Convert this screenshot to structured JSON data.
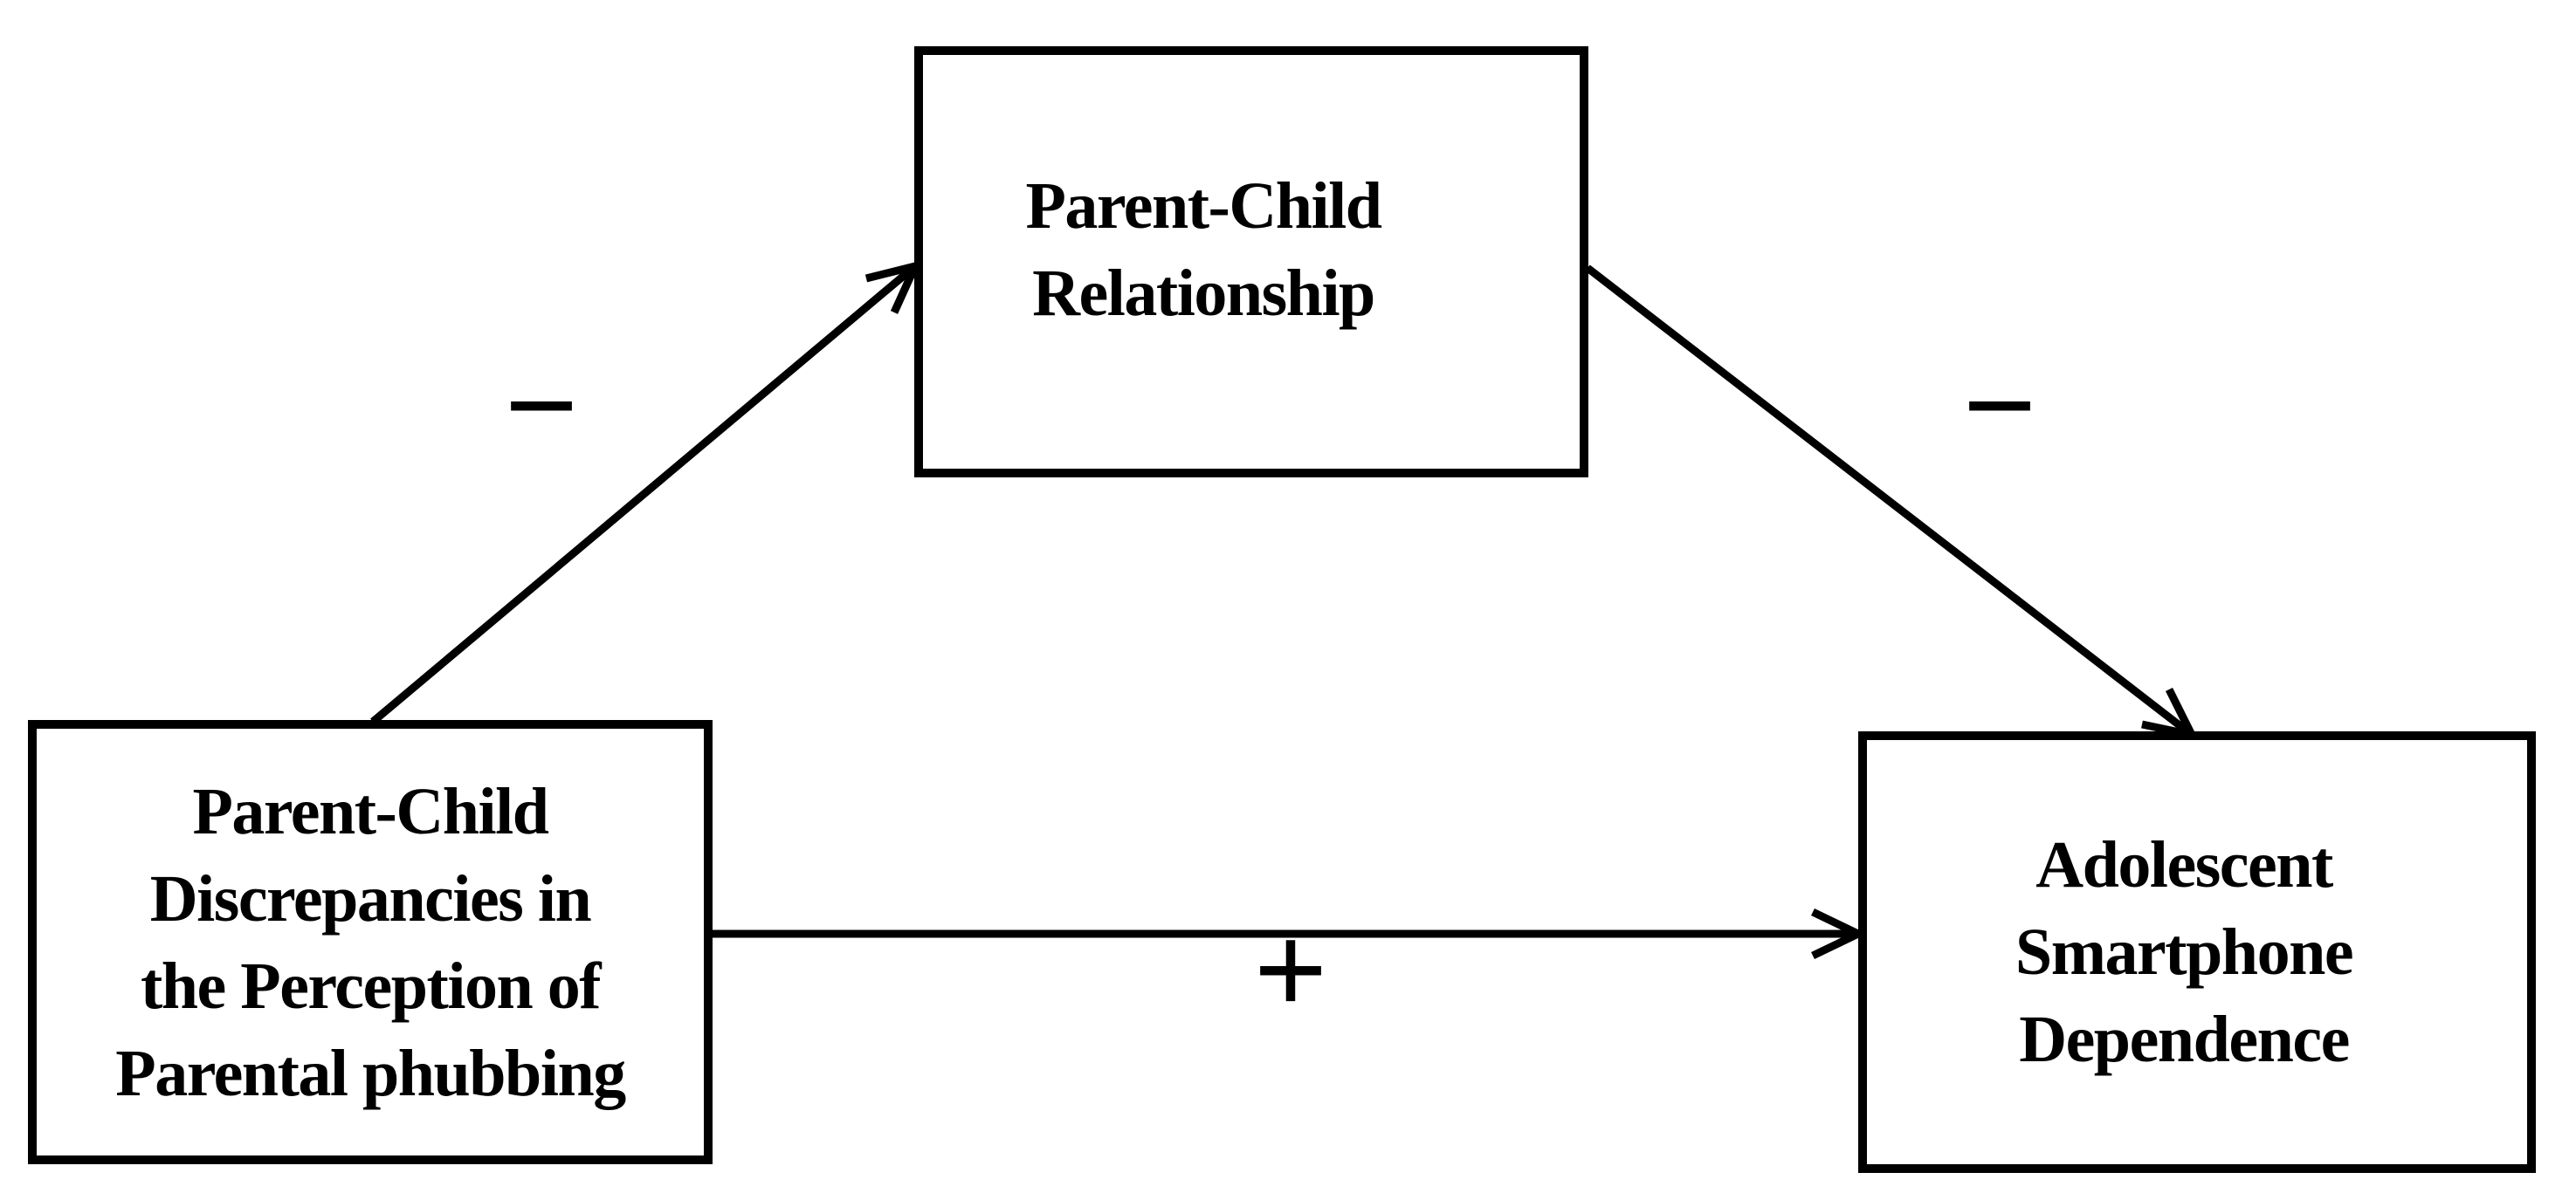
{
  "figure": {
    "type": "mediation-model-path-diagram",
    "background_color": "#ffffff",
    "line_color": "#000000",
    "nodes": {
      "predictor": {
        "label": "Parent-Child\nDiscrepancies in\nthe Perception of\nParental phubbing"
      },
      "mediator": {
        "label": "Parent-Child\nRelationship"
      },
      "outcome": {
        "label": "Adolescent\nSmartphone\nDependence"
      }
    },
    "edges": {
      "predictor_to_mediator": {
        "from": "predictor",
        "to": "mediator",
        "sign": "−"
      },
      "mediator_to_outcome": {
        "from": "mediator",
        "to": "outcome",
        "sign": "−"
      },
      "predictor_to_outcome": {
        "from": "predictor",
        "to": "outcome",
        "sign": "+"
      }
    }
  }
}
